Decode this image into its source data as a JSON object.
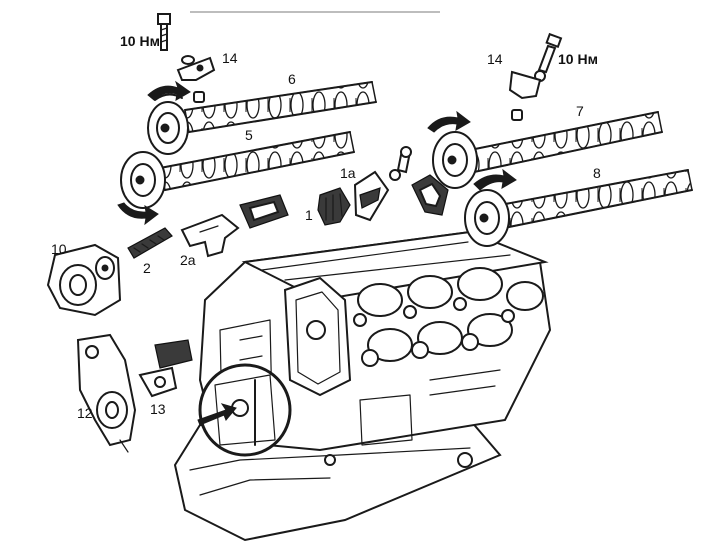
{
  "diagram": {
    "callouts": {
      "torque_left": "10 Нм",
      "torque_right": "10 Нм",
      "n14_left": "14",
      "n14_right": "14",
      "n6": "6",
      "n5": "5",
      "n7": "7",
      "n8": "8",
      "n1a": "1a",
      "n1": "1",
      "n2": "2",
      "n2a": "2a",
      "n10": "10",
      "n12": "12",
      "n13": "13"
    }
  }
}
